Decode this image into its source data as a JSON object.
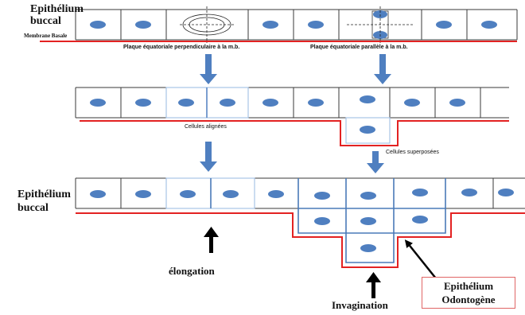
{
  "labels": {
    "epithelium_buccal_top": "Epithélium buccal",
    "membrane_basale": "Membrane Basale",
    "plaque_perpendiculaire": "Plaque équatoriale perpendiculaire à la m.b.",
    "plaque_parallele": "Plaque équatoriale parallèle à la m.b.",
    "cellules_alignees": "Cellules alignées",
    "cellules_superposees": "Cellules superposées",
    "epithelium_buccal_bottom_line1": "Epithélium",
    "epithelium_buccal_bottom_line2": "buccal",
    "elongation": "élongation",
    "invagination": "Invagination",
    "epithelium_odontogene_line1": "Epithélium",
    "epithelium_odontogene_line2": "Odontogène"
  },
  "colors": {
    "cell_border": "#3a3a3a",
    "nucleus": "#4f7fc0",
    "basal_membrane": "#e32222",
    "arrow_blue": "#4f7fc0",
    "arrow_black": "#000000",
    "highlight_cell": "#a8c4e6"
  }
}
